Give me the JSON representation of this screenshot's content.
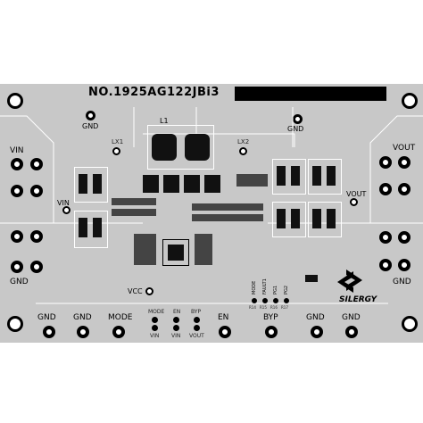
{
  "board": {
    "title": "NO.1925AG122JBi3",
    "brand": "SILERGY",
    "colors": {
      "board": "#c8c8c8",
      "ink": "#000000",
      "silk": "#ffffff"
    }
  },
  "labels": {
    "vin_left": "VIN",
    "vout_right": "VOUT",
    "gnd_top_left": "GND",
    "gnd_top_right": "GND",
    "gnd_left": "GND",
    "gnd_right": "GND",
    "lx1": "LX1",
    "lx2": "LX2",
    "l1": "L1",
    "vin_mid": "VIN",
    "vout_mid": "VOUT",
    "vcc": "VCC",
    "jumper_mode": "MODE",
    "jumper_en": "EN",
    "jumper_byp": "BYP",
    "jumper_mode_sub": "VIN",
    "jumper_en_sub": "VIN",
    "jumper_byp_sub": "VOUT"
  },
  "bottom_row": [
    "GND",
    "GND",
    "MODE",
    "EN",
    "BYP",
    "GND",
    "GND"
  ],
  "small_pins": [
    "MODE",
    "FAULT1",
    "PG1",
    "PG2"
  ],
  "small_pins_sub": [
    "R14",
    "R15",
    "R16",
    "R17"
  ]
}
